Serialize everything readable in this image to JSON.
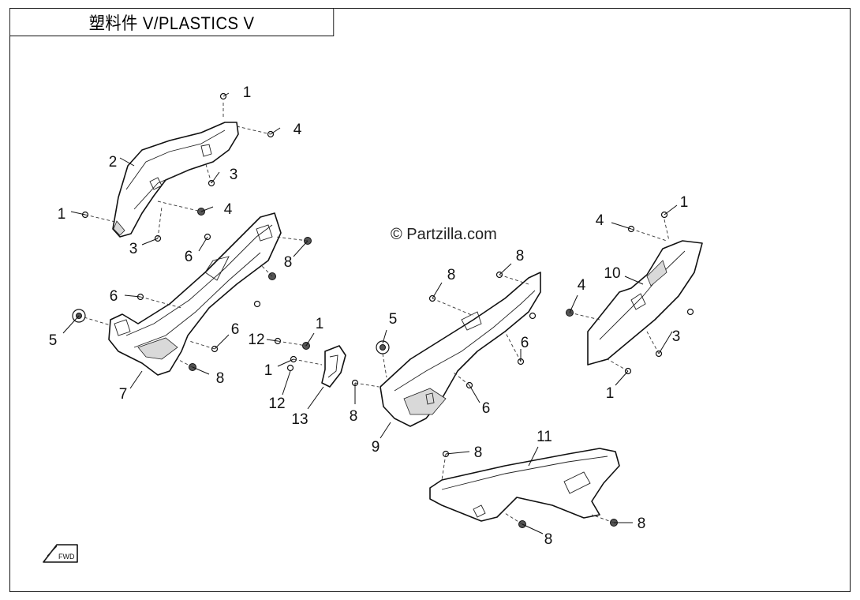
{
  "title": "塑料件 V/PLASTICS V",
  "watermark": "© Partzilla.com",
  "fwd_label": "FWD",
  "callouts": [
    {
      "id": "c1a",
      "text": "1"
    },
    {
      "id": "c4a",
      "text": "4"
    },
    {
      "id": "c2",
      "text": "2"
    },
    {
      "id": "c3a",
      "text": "3"
    },
    {
      "id": "c1b",
      "text": "1"
    },
    {
      "id": "c4b",
      "text": "4"
    },
    {
      "id": "c3b",
      "text": "3"
    },
    {
      "id": "c6a",
      "text": "6"
    },
    {
      "id": "c8a",
      "text": "8"
    },
    {
      "id": "c6b",
      "text": "6"
    },
    {
      "id": "c5a",
      "text": "5"
    },
    {
      "id": "c6c",
      "text": "6"
    },
    {
      "id": "c7",
      "text": "7"
    },
    {
      "id": "c8b",
      "text": "8"
    },
    {
      "id": "c12a",
      "text": "12"
    },
    {
      "id": "c1c",
      "text": "1"
    },
    {
      "id": "c1d",
      "text": "1"
    },
    {
      "id": "c12b",
      "text": "12"
    },
    {
      "id": "c13",
      "text": "13"
    },
    {
      "id": "c8c",
      "text": "8"
    },
    {
      "id": "c5b",
      "text": "5"
    },
    {
      "id": "c8d",
      "text": "8"
    },
    {
      "id": "c8e",
      "text": "8"
    },
    {
      "id": "c6d",
      "text": "6"
    },
    {
      "id": "c6e",
      "text": "6"
    },
    {
      "id": "c9",
      "text": "9"
    },
    {
      "id": "c4c",
      "text": "4"
    },
    {
      "id": "c1e",
      "text": "1"
    },
    {
      "id": "c10",
      "text": "10"
    },
    {
      "id": "c4d",
      "text": "4"
    },
    {
      "id": "c3c",
      "text": "3"
    },
    {
      "id": "c1f",
      "text": "1"
    },
    {
      "id": "c11",
      "text": "11"
    },
    {
      "id": "c8f",
      "text": "8"
    },
    {
      "id": "c8g",
      "text": "8"
    },
    {
      "id": "c8h",
      "text": "8"
    }
  ]
}
